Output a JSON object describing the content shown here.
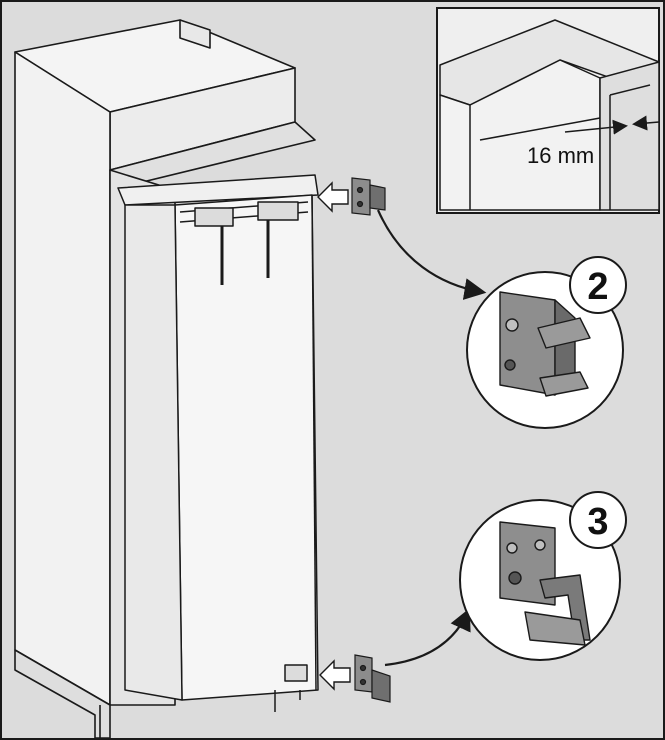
{
  "inset": {
    "dimension_label": "16 mm"
  },
  "callouts": [
    {
      "step": "2"
    },
    {
      "step": "3"
    }
  ],
  "colors": {
    "background": "#dcdcdc",
    "cabinet_light": "#f2f2f2",
    "cabinet_mid": "#e6e6e6",
    "outline": "#1a1a1a",
    "bracket_fill": "#8c8c8c",
    "bracket_dark": "#5a5a5a"
  },
  "icons": [
    "arrow-right-icon",
    "curved-arrow-icon",
    "bracket-icon"
  ]
}
